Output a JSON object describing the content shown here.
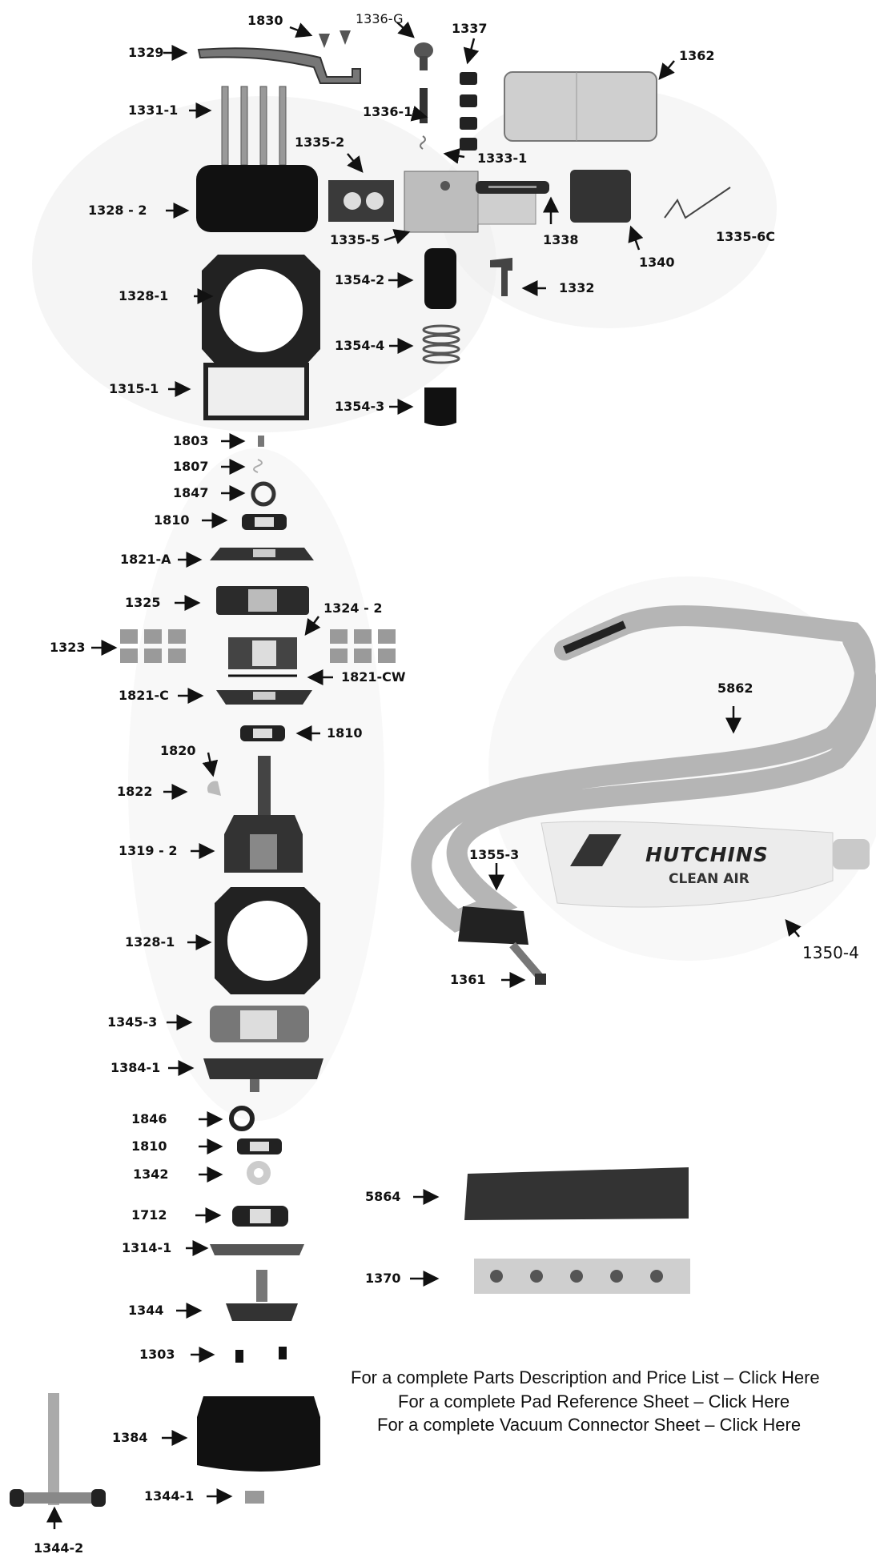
{
  "labels": {
    "l1830": "1830",
    "l1336g": "1336-G",
    "l1337": "1337",
    "l1329": "1329",
    "l1362": "1362",
    "l1331_1": "1331-1",
    "l1336_1": "1336-1",
    "l1335_2": "1335-2",
    "l1333_1": "1333-1",
    "l1328_2a": "1328 - 2",
    "l1335_5": "1335-5",
    "l1338": "1338",
    "l1340": "1340",
    "l1335_6c": "1335-6C",
    "l1328_1a": "1328-1",
    "l1354_2": "1354-2",
    "l1332": "1332",
    "l1354_4": "1354-4",
    "l1315_1": "1315-1",
    "l1354_3": "1354-3",
    "l1803": "1803",
    "l1807": "1807",
    "l1847": "1847",
    "l1810a": "1810",
    "l1821a": "1821-A",
    "l1325": "1325",
    "l1324_2": "1324 - 2",
    "l1323": "1323",
    "l1821cw": "1821-CW",
    "l1821c": "1821-C",
    "l1810b": "1810",
    "l1820": "1820",
    "l1822": "1822",
    "l1319_2": "1319 - 2",
    "l1328_1b": "1328-1",
    "l1345_3": "1345-3",
    "l1384_1": "1384-1",
    "l1846": "1846",
    "l1810c": "1810",
    "l1342": "1342",
    "l1712": "1712",
    "l1314_1": "1314-1",
    "l1344": "1344",
    "l1303": "1303",
    "l1384": "1384",
    "l1344_1": "1344-1",
    "l1344_2": "1344-2",
    "l5862": "5862",
    "l1355_3": "1355-3",
    "l1361": "1361",
    "l1350_4": "1350-4",
    "l5864": "5864",
    "l1370": "1370"
  },
  "brand": {
    "name": "HUTCHINS",
    "sub": "CLEAN AIR"
  },
  "links": {
    "parts_list": "For a complete Parts Description and Price List – Click Here",
    "pad_sheet": "For a complete Pad Reference Sheet – Click Here",
    "vacuum_sheet": "For a complete Vacuum Connector Sheet – Click Here"
  }
}
